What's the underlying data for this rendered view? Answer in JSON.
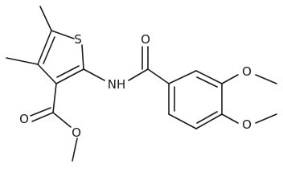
{
  "molecule": {
    "atoms": {
      "sulfur": "S",
      "carbonyl_oxygen_amide": "O",
      "amide_nitrogen": "NH",
      "methoxy_oxygen_3": "O",
      "methoxy_oxygen_4": "O",
      "ester_carbonyl_oxygen": "O",
      "ester_ether_oxygen": "O"
    }
  }
}
